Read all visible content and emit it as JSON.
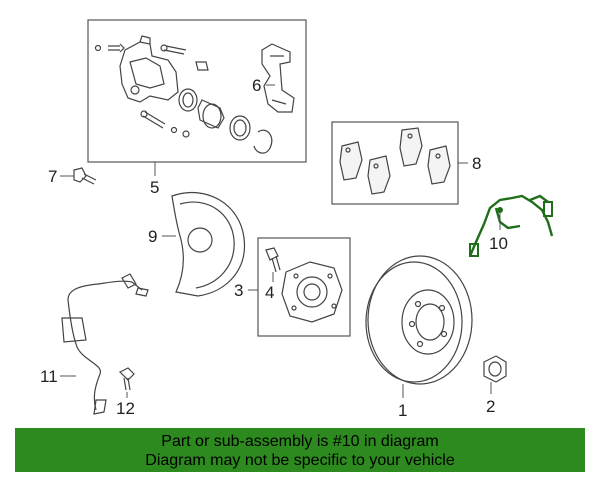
{
  "callouts": {
    "p1": "1",
    "p2": "2",
    "p3": "3",
    "p4": "4",
    "p5": "5",
    "p6": "6",
    "p7": "7",
    "p8": "8",
    "p9": "9",
    "p10": "10",
    "p11": "11",
    "p12": "12"
  },
  "banner": {
    "line1": "Part or sub-assembly is #10 in diagram",
    "line2": "Diagram may not be specific to your vehicle"
  },
  "colors": {
    "banner": "#2c8a1e",
    "highlight": "#1f6e1a"
  },
  "icons": [
    "brake-caliper-icon",
    "brake-pad-icon",
    "dust-shield-icon",
    "hub-bearing-icon",
    "brake-rotor-icon",
    "abs-sensor-icon",
    "brake-hose-icon",
    "bolt-icon",
    "nut-icon"
  ]
}
